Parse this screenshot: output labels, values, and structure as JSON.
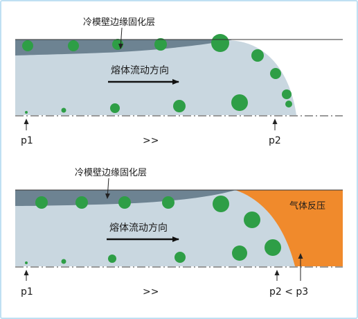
{
  "colors": {
    "melt": "#c9d7e0",
    "frozen_layer": "#6d8392",
    "gas": "#f08a2c",
    "bubble": "#2e9e46",
    "line": "#333333"
  },
  "top_panel": {
    "skin_label": "冷模壁边缘固化层",
    "flow_label": "熔体流动方向",
    "p1": "p1",
    "middle": ">>",
    "p2": "p2"
  },
  "bottom_panel": {
    "skin_label": "冷模壁边缘固化层",
    "flow_label": "熔体流动方向",
    "gas_label": "气体反压",
    "p1": "p1",
    "middle": ">>",
    "p2": "p2 < p3"
  }
}
